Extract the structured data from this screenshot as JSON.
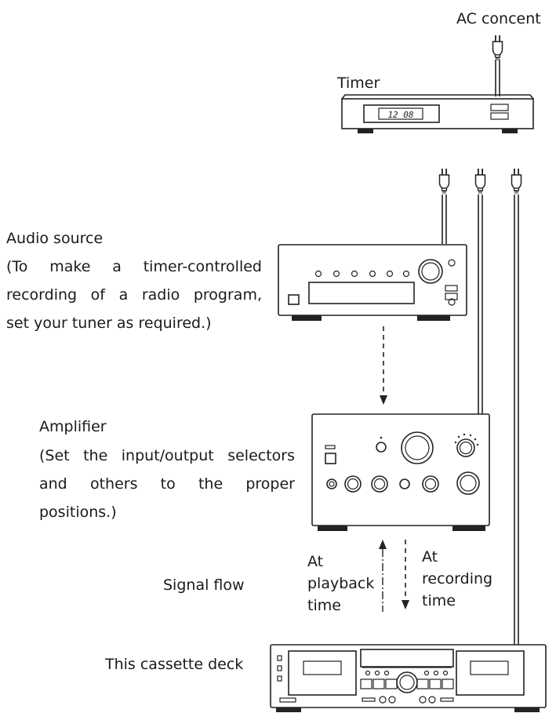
{
  "labels": {
    "ac": "AC concent",
    "timer": "Timer",
    "timer_display": "12 08",
    "audio_title": "Audio source",
    "audio_l1": "(To make a timer-controlled",
    "audio_l2": "recording of a radio program,",
    "audio_l3": "set your tuner as required.)",
    "amp_title": "Amplifier",
    "amp_l1": "(Set the input/output selectors",
    "amp_l2": "and others to the proper",
    "amp_l3": "positions.)",
    "signal_flow": "Signal flow",
    "playback_1": "At",
    "playback_2": "playback",
    "playback_3": "time",
    "recording_1": "At",
    "recording_2": "recording",
    "recording_3": "time",
    "deck": "This cassette deck"
  }
}
